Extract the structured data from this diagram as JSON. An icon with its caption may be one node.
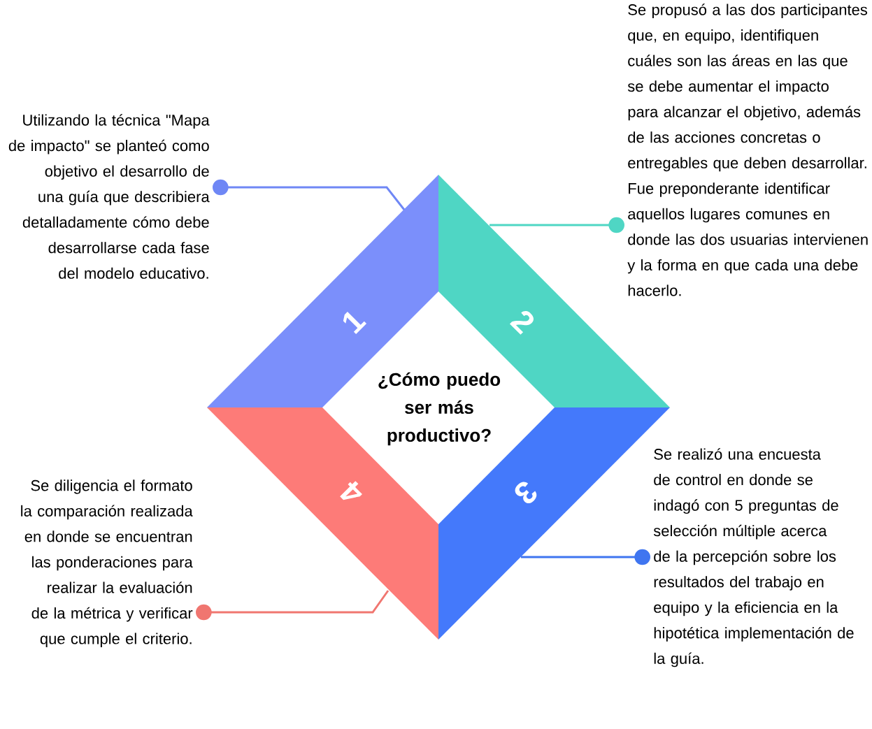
{
  "diagram": {
    "nodes": [
      {
        "text": [
          "Utilizando la técnica \"Mapa de impacto\" se planteó como objetivo el desarrollo de una guía que describiera detalladamente cómo debe desarrollarse cada fase del modelo educativo."
        ]
      },
      {
        "text": [
          "Se propusó a las dos participantes que, en equipo, identifiquen cuáles son las áreas en las que se debe aumentar el impacto para alcanzar el objetivo, además de las acciones concretas o entregables que deben desarrollar. Fue preponderante identificar aquellos lugares comunes en donde las dos usuarias intervienen y la forma en que cada una debe hacerlo."
        ]
      },
      {
        "text": [
          "1"
        ]
      },
      {
        "text": [
          "2"
        ]
      },
      {
        "text": [
          "¿Cómo puedo ser más productivo?"
        ]
      },
      {
        "text": [
          "4"
        ]
      },
      {
        "text": [
          "3"
        ]
      },
      {
        "text": [
          "Se realizó una encuesta de control en donde se indagó con 5 preguntas de selección múltiple acerca de la percepción sobre los resultados del trabajo en equipo y la eficiencia en la hipotética implementación de la guía."
        ]
      },
      {
        "text": [
          "Se diligencia el formato la comparación realizada en donde se encuentran las ponderaciones para realizar la evaluación de la métrica y verificar que cumple el criterio."
        ]
      }
    ],
    "edges": [
      {
        "from": 0,
        "to": 2,
        "arrow": "other",
        "color": "#6f87f5"
      },
      {
        "from": 1,
        "to": 3,
        "arrow": "other",
        "color": "#4fd6c4"
      },
      {
        "from": 7,
        "to": 6,
        "arrow": "other",
        "color": "#3f75f0"
      },
      {
        "from": 8,
        "to": 5,
        "arrow": "other",
        "color": "#f07670"
      }
    ]
  }
}
